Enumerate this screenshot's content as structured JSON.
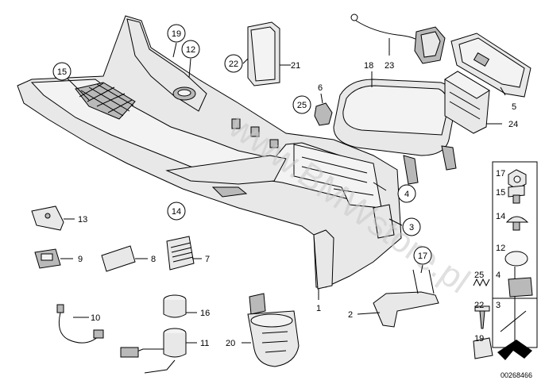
{
  "watermark": "www.BMWstore.pl",
  "document_number": "00268466",
  "callouts": {
    "c1": "1",
    "c2": "2",
    "c3": "3",
    "c4": "4",
    "c5": "5",
    "c6": "6",
    "c7": "7",
    "c8": "8",
    "c9": "9",
    "c10": "10",
    "c11": "11",
    "c12": "12",
    "c13": "13",
    "c14": "14",
    "c15": "15",
    "c16": "16",
    "c17": "17",
    "c18": "18",
    "c19": "19",
    "c20": "20",
    "c21": "21",
    "c22": "22",
    "c23": "23",
    "c24": "24",
    "c25": "25"
  },
  "legend": {
    "l17": "17",
    "l15": "15",
    "l14": "14",
    "l12": "12",
    "l25": "25",
    "l4": "4",
    "l22": "22",
    "l3": "3",
    "l19": "19"
  }
}
